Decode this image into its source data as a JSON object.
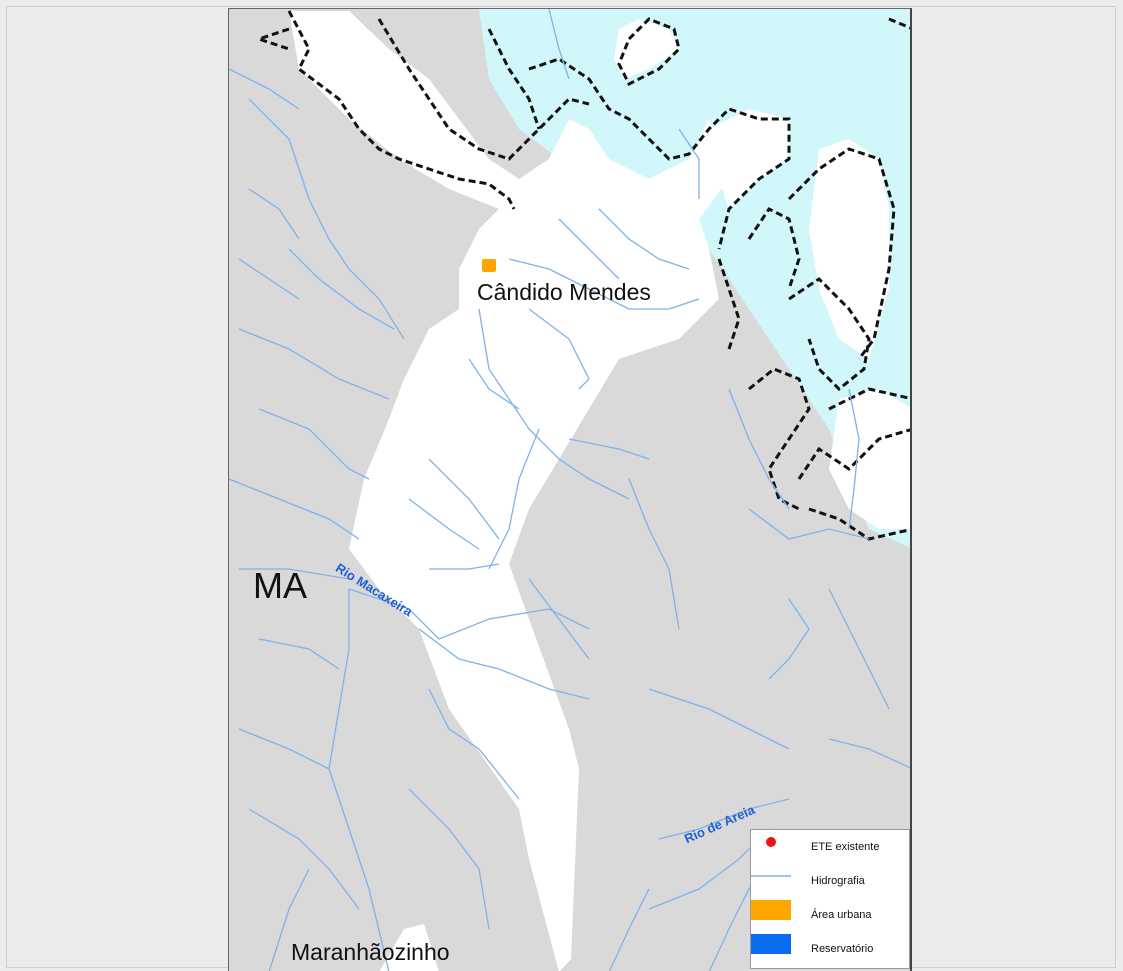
{
  "map": {
    "state_label": "MA",
    "places": {
      "city_main": "Cândido Mendes",
      "city_south": "Maranhãozinho"
    },
    "rivers": {
      "macaxeira": "Rio Macaxeira",
      "areia": "Rio de Areia"
    },
    "colors": {
      "land_outside": "#d9d9d9",
      "study_area": "#ffffff",
      "ocean": "#d2f7fb",
      "river": "#7fb2e6",
      "coastline": "#111111"
    }
  },
  "legend": {
    "items": [
      {
        "label": "ETE existente",
        "symbol": "red-dot",
        "color": "#ee1111"
      },
      {
        "label": "Hidrografia",
        "symbol": "line",
        "color": "#7fb2e6"
      },
      {
        "label": "Área urbana",
        "symbol": "box",
        "color": "#ffa500"
      },
      {
        "label": "Reservatório",
        "symbol": "box",
        "color": "#0a6cf0"
      }
    ]
  }
}
